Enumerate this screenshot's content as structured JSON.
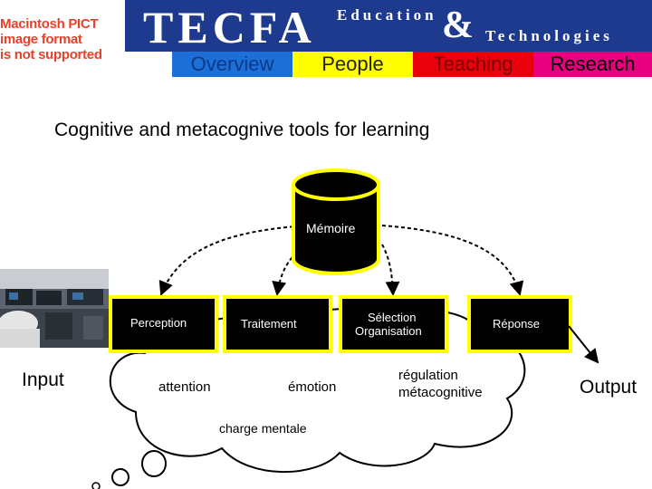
{
  "placeholder": {
    "lines": [
      "Macintosh PICT",
      "image format",
      "is not supported"
    ]
  },
  "banner": {
    "logo": "TECFA",
    "word_education": "Education",
    "ampersand": "&",
    "word_technologies": "Technologies",
    "colors": {
      "banner_bg": "#1d3a8f"
    }
  },
  "nav": {
    "items": [
      {
        "label": "Overview",
        "color": "#1c6fd6"
      },
      {
        "label": "People",
        "color": "#ffff00"
      },
      {
        "label": "Teaching",
        "color": "#e8000b"
      },
      {
        "label": "Research",
        "color": "#e60080"
      }
    ]
  },
  "slide": {
    "title": "Cognitive and metacognive tools for learning"
  },
  "diagram": {
    "memory": "Mémoire",
    "boxes": {
      "perception": "Perception",
      "traitement": "Traitement",
      "selection_line1": "Sélection",
      "selection_line2": "Organisation",
      "reponse": "Réponse"
    },
    "input": "Input",
    "output": "Output",
    "cloud": {
      "attention": "attention",
      "emotion": "émotion",
      "charge": "charge mentale",
      "regulation_line1": "régulation",
      "regulation_line2": "métacognitive"
    },
    "colors": {
      "box_border": "#ffff00",
      "box_fill": "#000000",
      "box_text": "#ffffff"
    }
  }
}
